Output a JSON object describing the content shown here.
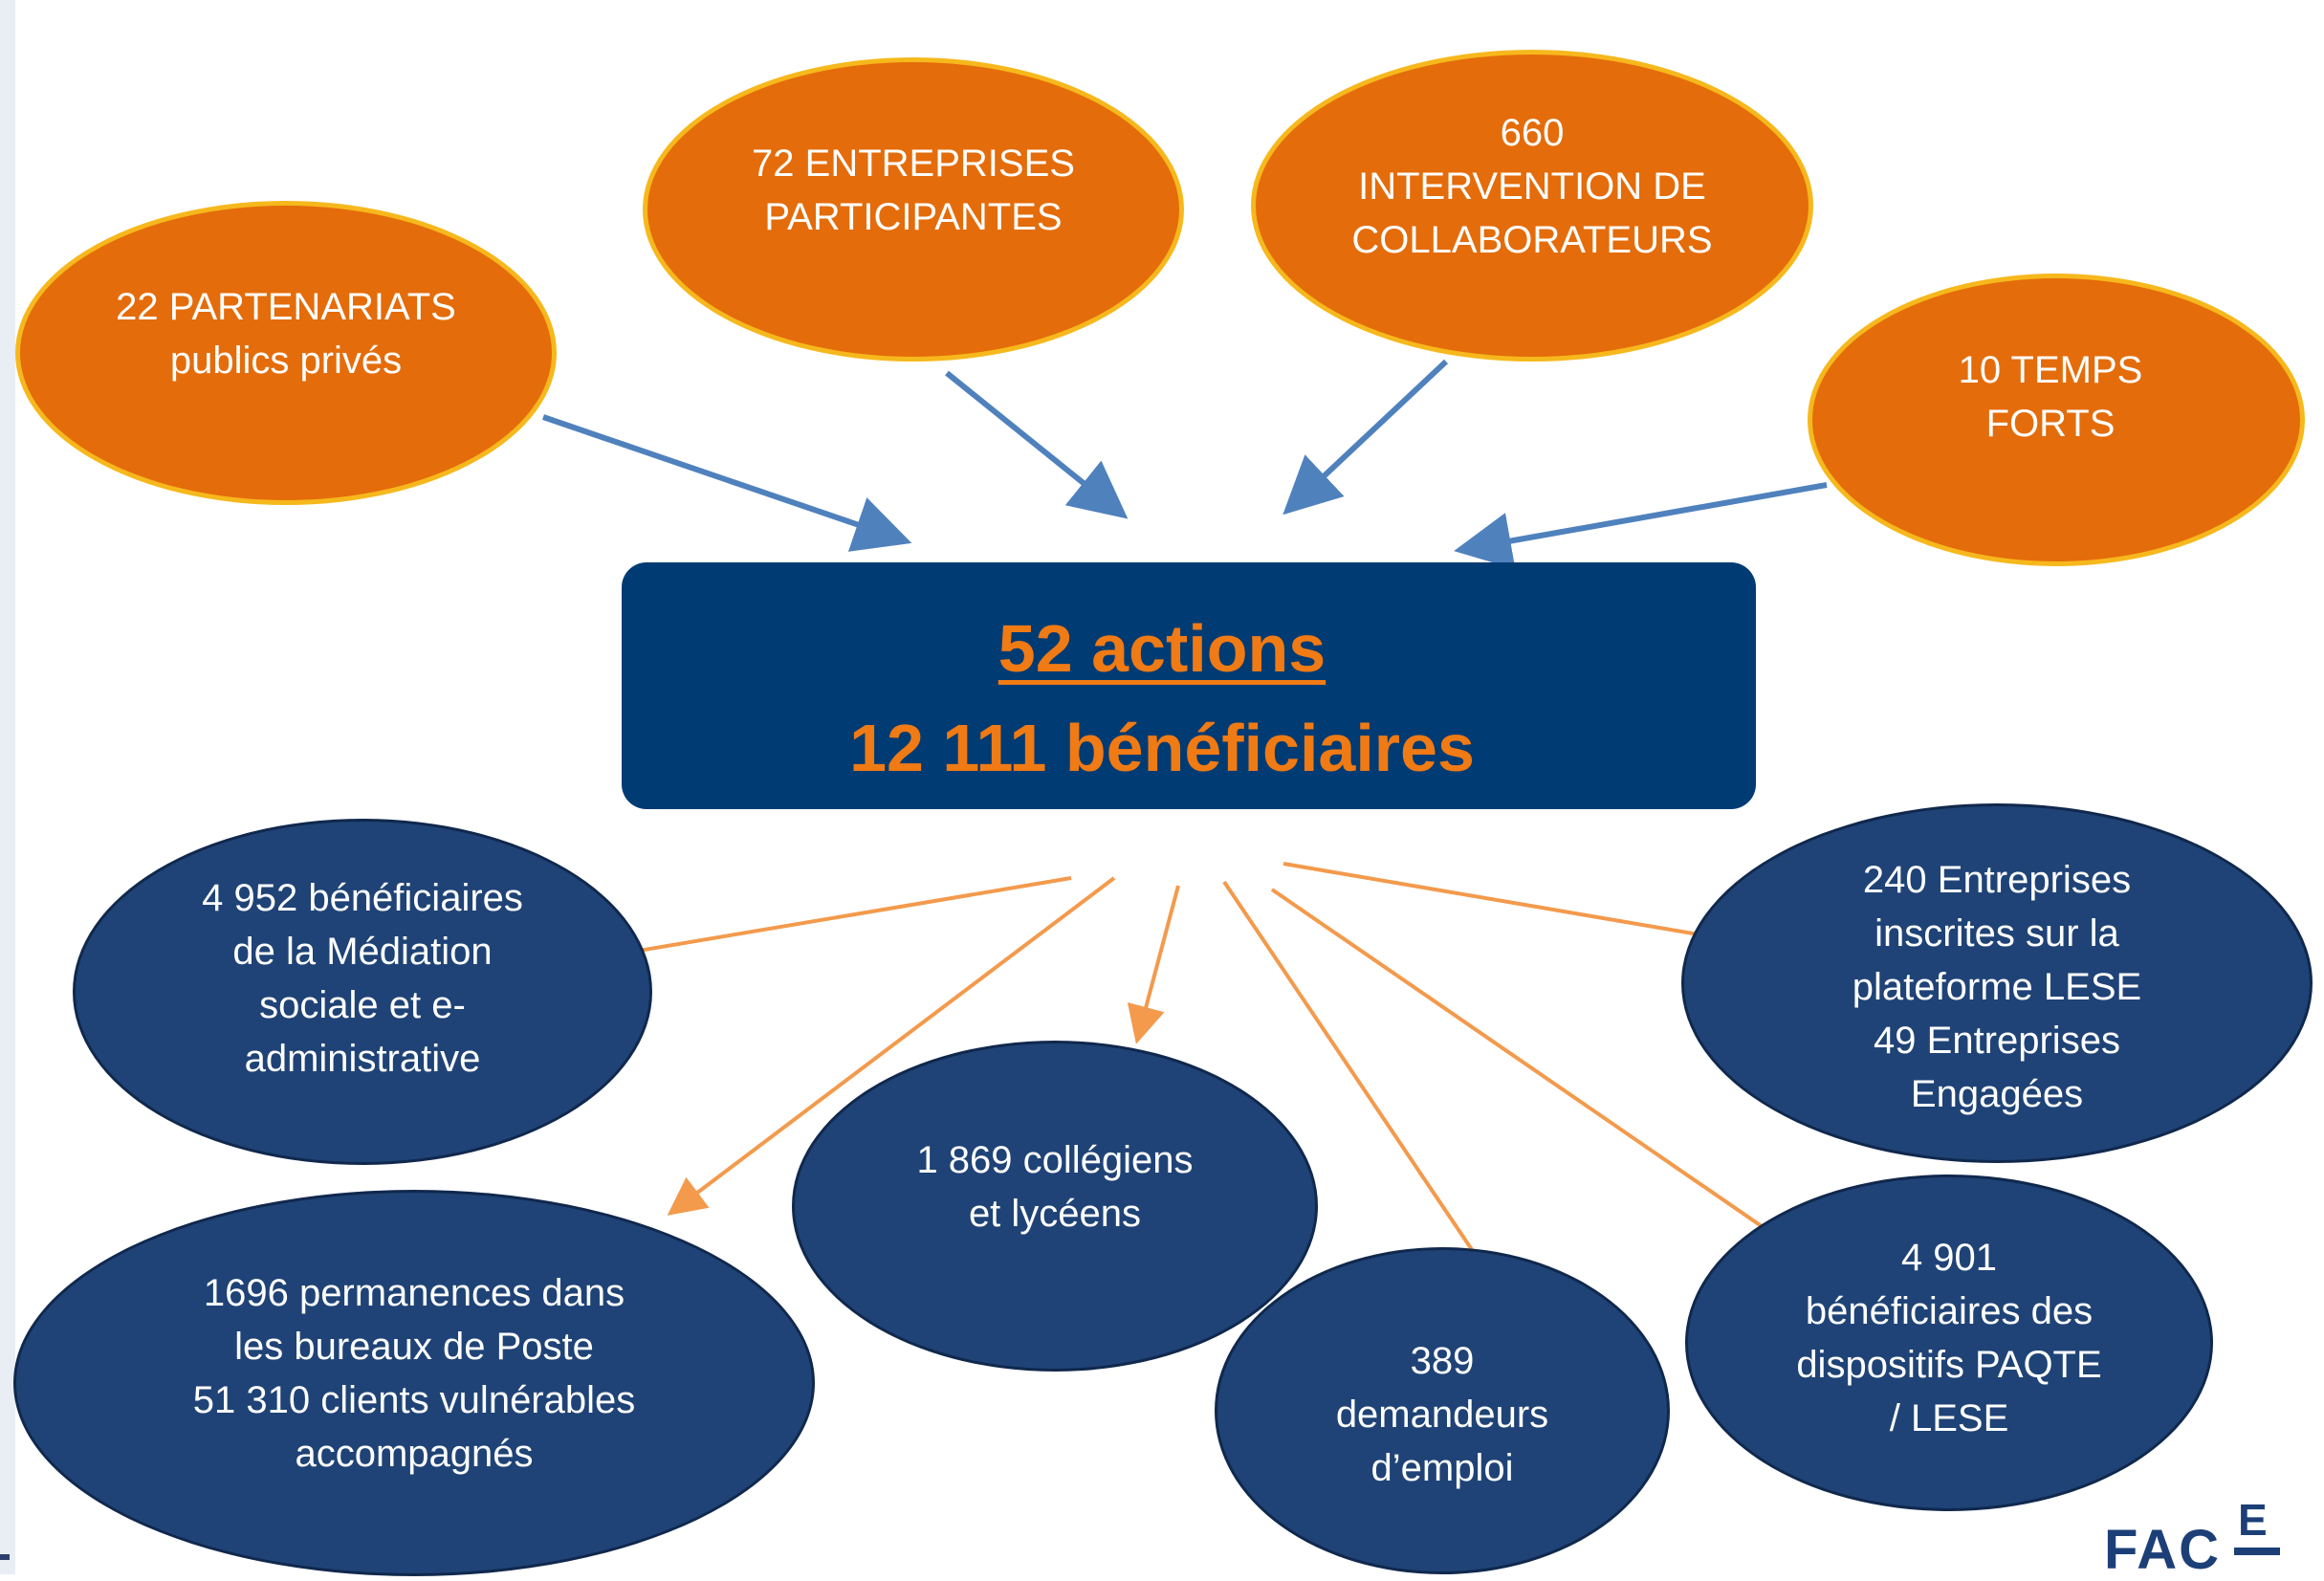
{
  "top_bubbles": [
    {
      "id": "partenariats",
      "text": "22 PARTENARIATS\npublics privés"
    },
    {
      "id": "entreprises",
      "text": "72 ENTREPRISES\nPARTICIPANTES"
    },
    {
      "id": "collaborateurs",
      "text": "660\nINTERVENTION DE\nCOLLABORATEURS"
    },
    {
      "id": "temps-forts",
      "text": "10 TEMPS\nFORTS"
    }
  ],
  "center": {
    "line1": "52 actions",
    "line2": "12 111 bénéficiaires"
  },
  "bottom_bubbles": [
    {
      "id": "mediation",
      "text": "4 952 bénéficiaires\nde la Médiation\nsociale et e-\nadministrative"
    },
    {
      "id": "permanences",
      "text": "1696 permanences dans\nles bureaux de Poste\n51 310 clients vulnérables\naccompagnés"
    },
    {
      "id": "collegiens",
      "text": "1 869 collégiens\net lycéens"
    },
    {
      "id": "demandeurs",
      "text": "389\ndemandeurs\nd’emploi"
    },
    {
      "id": "paqte",
      "text": "4 901\nbénéficiaires des\ndispositifs PAQTE\n/ LESE"
    },
    {
      "id": "lese",
      "text": "240 Entreprises\ninscrites sur la\nplateforme LESE\n49  Entreprises\nEngagées"
    }
  ],
  "logo": {
    "main": "FAC",
    "sup": "E"
  },
  "colors": {
    "orange_fill": "#e46c0a",
    "orange_border": "#f6b81c",
    "navy_fill": "#1f4376",
    "center_fill": "#003b73",
    "center_text": "#f07a14",
    "blue_arrow": "#4f81bd",
    "orange_arrow": "#f39a4c"
  }
}
